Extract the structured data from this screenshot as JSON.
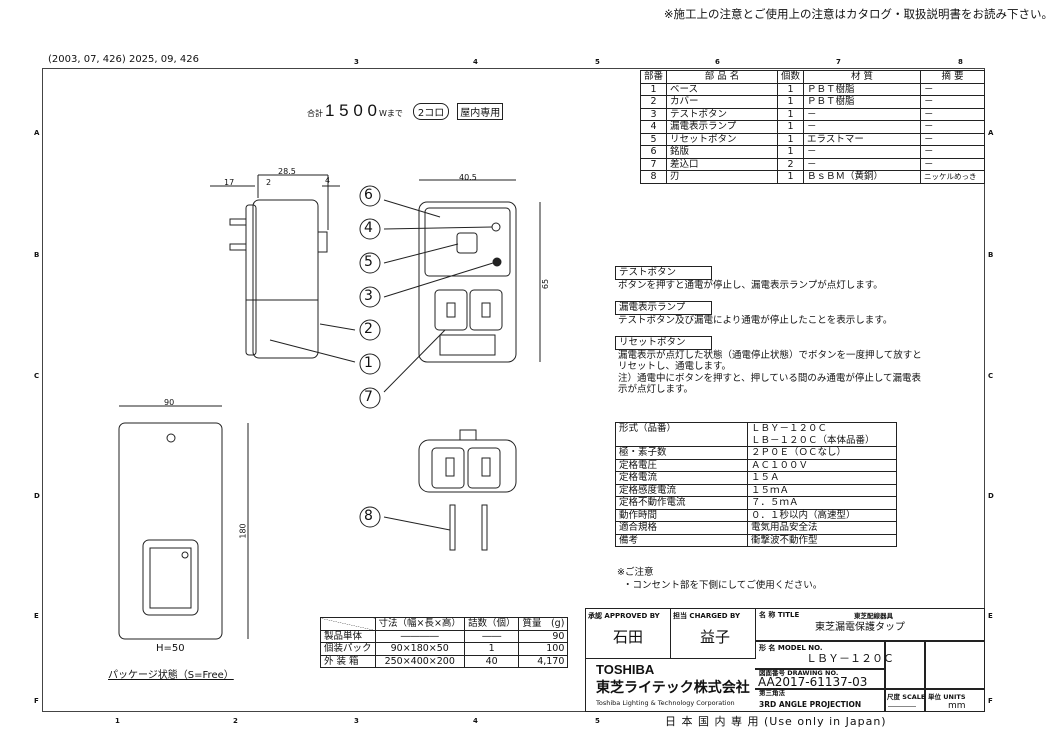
{
  "notice": "※施工上の注意とご使用上の注意はカタログ・取扱説明書をお読み下さい。",
  "revision": "(2003, 07,  426)  2025, 09,  426",
  "grid": {
    "cols_top": [
      "3",
      "4",
      "5",
      "6",
      "7",
      "8"
    ],
    "cols_bottom": [
      "1",
      "2",
      "3",
      "4",
      "5"
    ],
    "rows": [
      "A",
      "B",
      "C",
      "D",
      "E",
      "F"
    ]
  },
  "headline": {
    "prefix": "合計",
    "watts": "1 5 0 0",
    "suffix": "Wまで",
    "outlets": "2コロ",
    "indoor": "屋内専用"
  },
  "dims": {
    "d28_5": "28.5",
    "d17": "17",
    "d2": "2",
    "d4": "4",
    "d40_5": "40.5",
    "d65": "65",
    "d90": "90",
    "d180": "180"
  },
  "callouts": [
    "6",
    "4",
    "5",
    "3",
    "2",
    "1",
    "7",
    "8"
  ],
  "package": {
    "h": "H=50",
    "caption": "パッケージ状態（S=Free）"
  },
  "parts_table": {
    "headers": [
      "部番",
      "部 品 名",
      "個数",
      "材 質",
      "摘 要"
    ],
    "rows": [
      [
        "1",
        "ベース",
        "1",
        "ＰＢＴ樹脂",
        "－"
      ],
      [
        "2",
        "カバー",
        "1",
        "ＰＢＴ樹脂",
        "－"
      ],
      [
        "3",
        "テストボタン",
        "1",
        "－",
        "－"
      ],
      [
        "4",
        "漏電表示ランプ",
        "1",
        "－",
        "－"
      ],
      [
        "5",
        "リセットボタン",
        "1",
        "エラストマー",
        "－"
      ],
      [
        "6",
        "銘版",
        "1",
        "－",
        "－"
      ],
      [
        "7",
        "差込口",
        "2",
        "－",
        "－"
      ],
      [
        "8",
        "刃",
        "1",
        "ＢｓＢＭ（黄銅）",
        "ニッケルめっき"
      ]
    ]
  },
  "descriptions": [
    {
      "title": "テストボタン",
      "body": [
        "ボタンを押すと通電が停止し、漏電表示ランプが点灯します。"
      ]
    },
    {
      "title": "漏電表示ランプ",
      "body": [
        "テストボタン及び漏電により通電が停止したことを表示します。"
      ]
    },
    {
      "title": "リセットボタン",
      "body": [
        "漏電表示が点灯した状態（通電停止状態）でボタンを一度押して放すと",
        "リセットし、通電します。",
        "注）通電中にボタンを押すと、押している間のみ通電が停止して漏電表",
        "示が点灯します。"
      ]
    }
  ],
  "spec_table": {
    "rows": [
      [
        "形式（品番）",
        "ＬＢＹ－１２０Ｃ"
      ],
      [
        "",
        "ＬＢ－１２０Ｃ（本体品番）"
      ],
      [
        "極・素子数",
        "２Ｐ０Ｅ（ＯＣなし）"
      ],
      [
        "定格電圧",
        "ＡＣ１００Ｖ"
      ],
      [
        "定格電流",
        "１５Ａ"
      ],
      [
        "定格感度電流",
        "１５ｍＡ"
      ],
      [
        "定格不動作電流",
        "７．５ｍＡ"
      ],
      [
        "動作時間",
        "０．１秒以内（高速型）"
      ],
      [
        "適合規格",
        "電気用品安全法"
      ],
      [
        "備考",
        "衝撃波不動作型"
      ]
    ]
  },
  "caution": {
    "title": "※ご注意",
    "body": "・コンセント部を下側にしてご使用ください。"
  },
  "pack_table": {
    "headers": [
      "",
      "寸法（幅×長×高）",
      "詰数（個）",
      "質量　(g)"
    ],
    "rows": [
      [
        "製品単体",
        "――――",
        "――",
        "90"
      ],
      [
        "個装パック",
        "90×180×50",
        "1",
        "100"
      ],
      [
        "外 装 箱",
        "250×400×200",
        "40",
        "4,170"
      ]
    ]
  },
  "title_block": {
    "approved_label": "承認 APPROVED BY",
    "approved": "石田",
    "charged_label": "担当 CHARGED BY",
    "charged": "益子",
    "brand": "TOSHIBA",
    "company_jp": "東芝ライテック株式会社",
    "company_en": "Toshiba Lighting & Technology Corporation",
    "title_label": "名 称 TITLE",
    "title_sub": "東芝配線器具",
    "title": "東芝漏電保護タップ",
    "model_label": "形 名 MODEL NO.",
    "model": "ＬＢＹ－１２０Ｃ",
    "drawing_label": "図面番号 DRAWING NO.",
    "drawing": "AA2017-61137-03",
    "projection_label": "第三角法",
    "projection": "3RD ANGLE PROJECTION",
    "scale_label": "尺度 SCALE",
    "scale": "――――",
    "units_label": "単位 UNITS",
    "units": "mm"
  },
  "footer": "日 本 国 内 専 用 (Use  only  in  Japan)"
}
